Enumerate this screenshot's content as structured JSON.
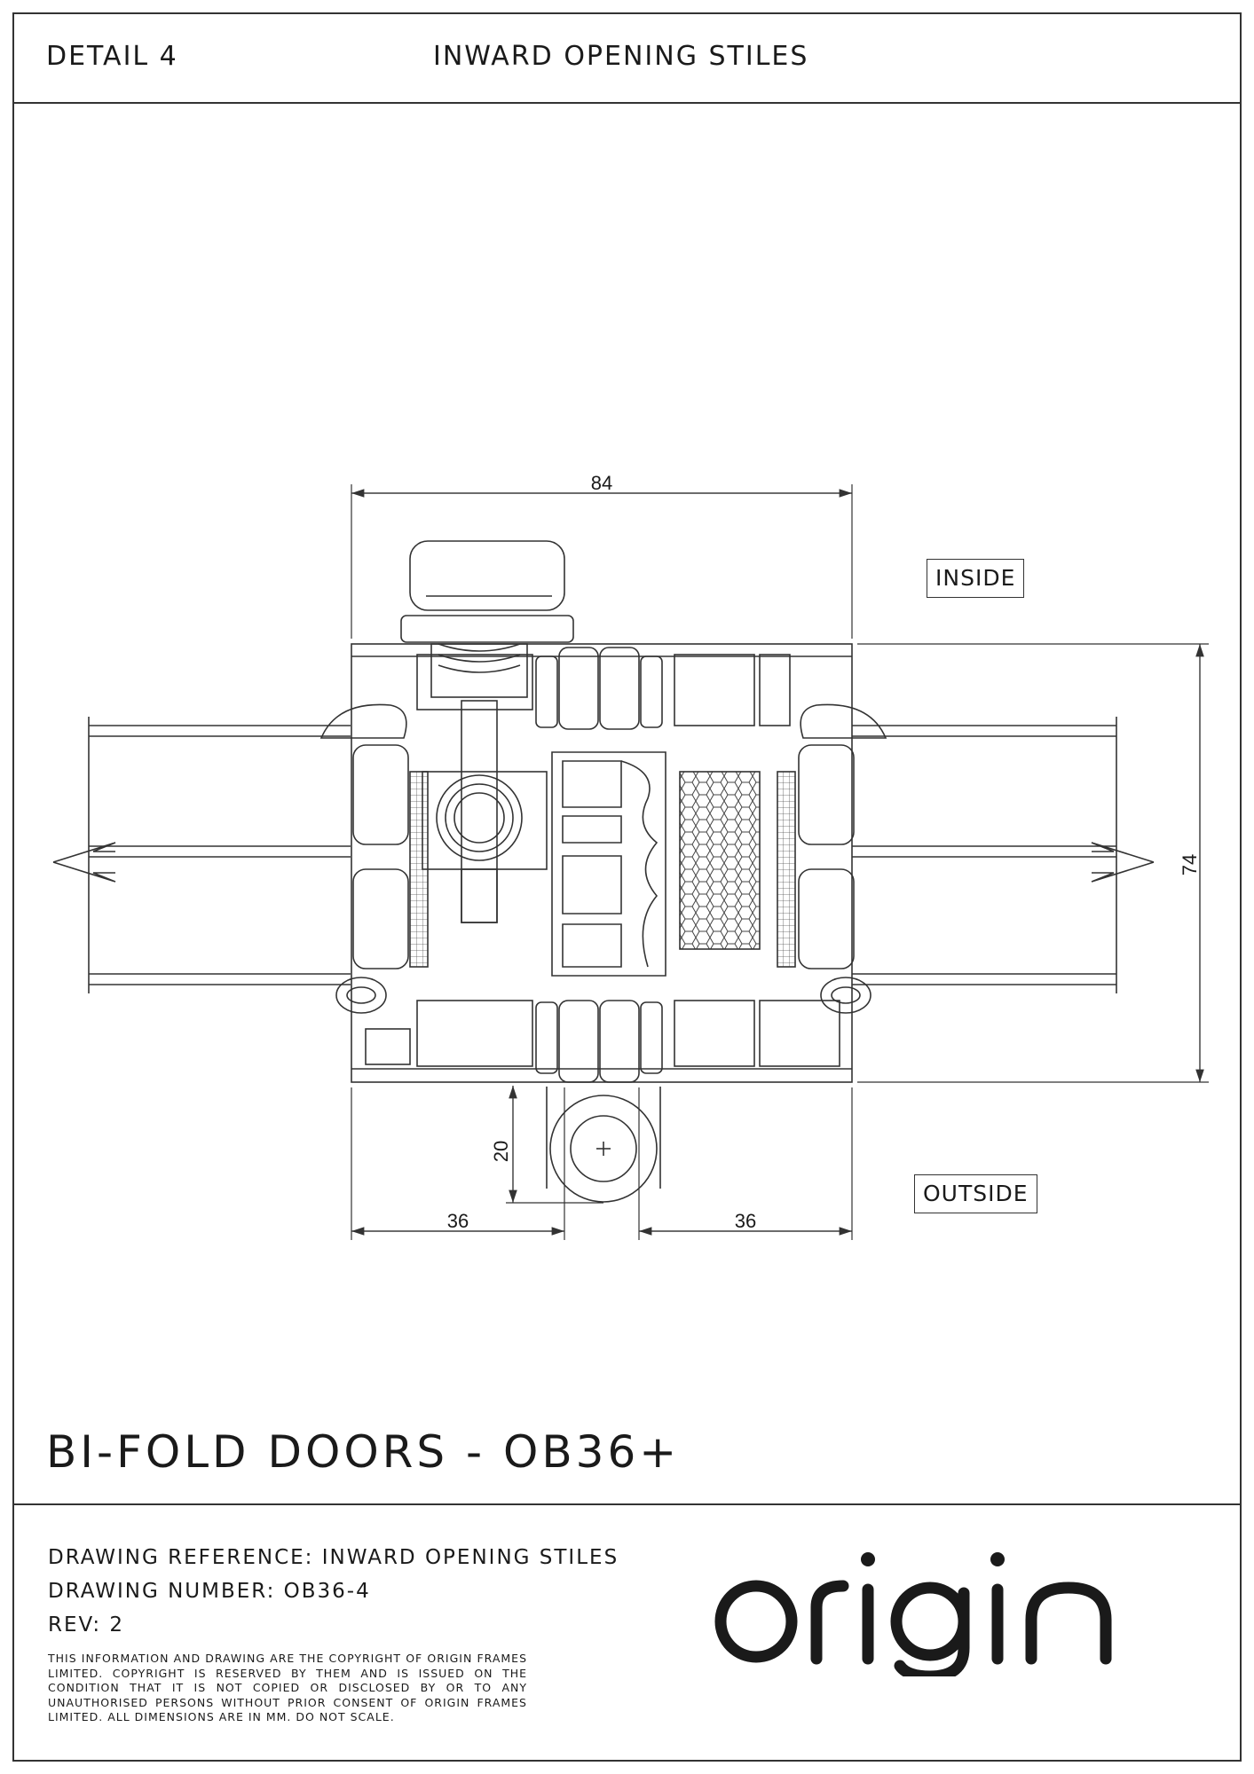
{
  "header": {
    "detail": "DETAIL 4",
    "title": "INWARD OPENING STILES"
  },
  "drawing": {
    "dimensions": {
      "overall_width": "84",
      "overall_height": "74",
      "left_width": "36",
      "right_width": "36",
      "hinge_projection": "20"
    },
    "labels": {
      "inside": "INSIDE",
      "outside": "OUTSIDE"
    }
  },
  "product_title": "BI-FOLD DOORS - OB36+",
  "info": {
    "reference": "DRAWING REFERENCE: INWARD OPENING STILES",
    "number": "DRAWING NUMBER: OB36-4",
    "revision": "REV: 2",
    "copyright": "THIS INFORMATION AND DRAWING ARE THE COPYRIGHT OF ORIGIN FRAMES LIMITED. COPYRIGHT IS RESERVED BY THEM AND IS ISSUED ON THE CONDITION THAT IT IS NOT COPIED OR DISCLOSED BY OR TO ANY UNAUTHORISED PERSONS WITHOUT PRIOR CONSENT OF ORIGIN FRAMES LIMITED. ALL DIMENSIONS ARE IN MM. DO NOT SCALE."
  },
  "logo": {
    "text": "origin"
  },
  "colors": {
    "line": "#333333",
    "paper": "#ffffff"
  }
}
